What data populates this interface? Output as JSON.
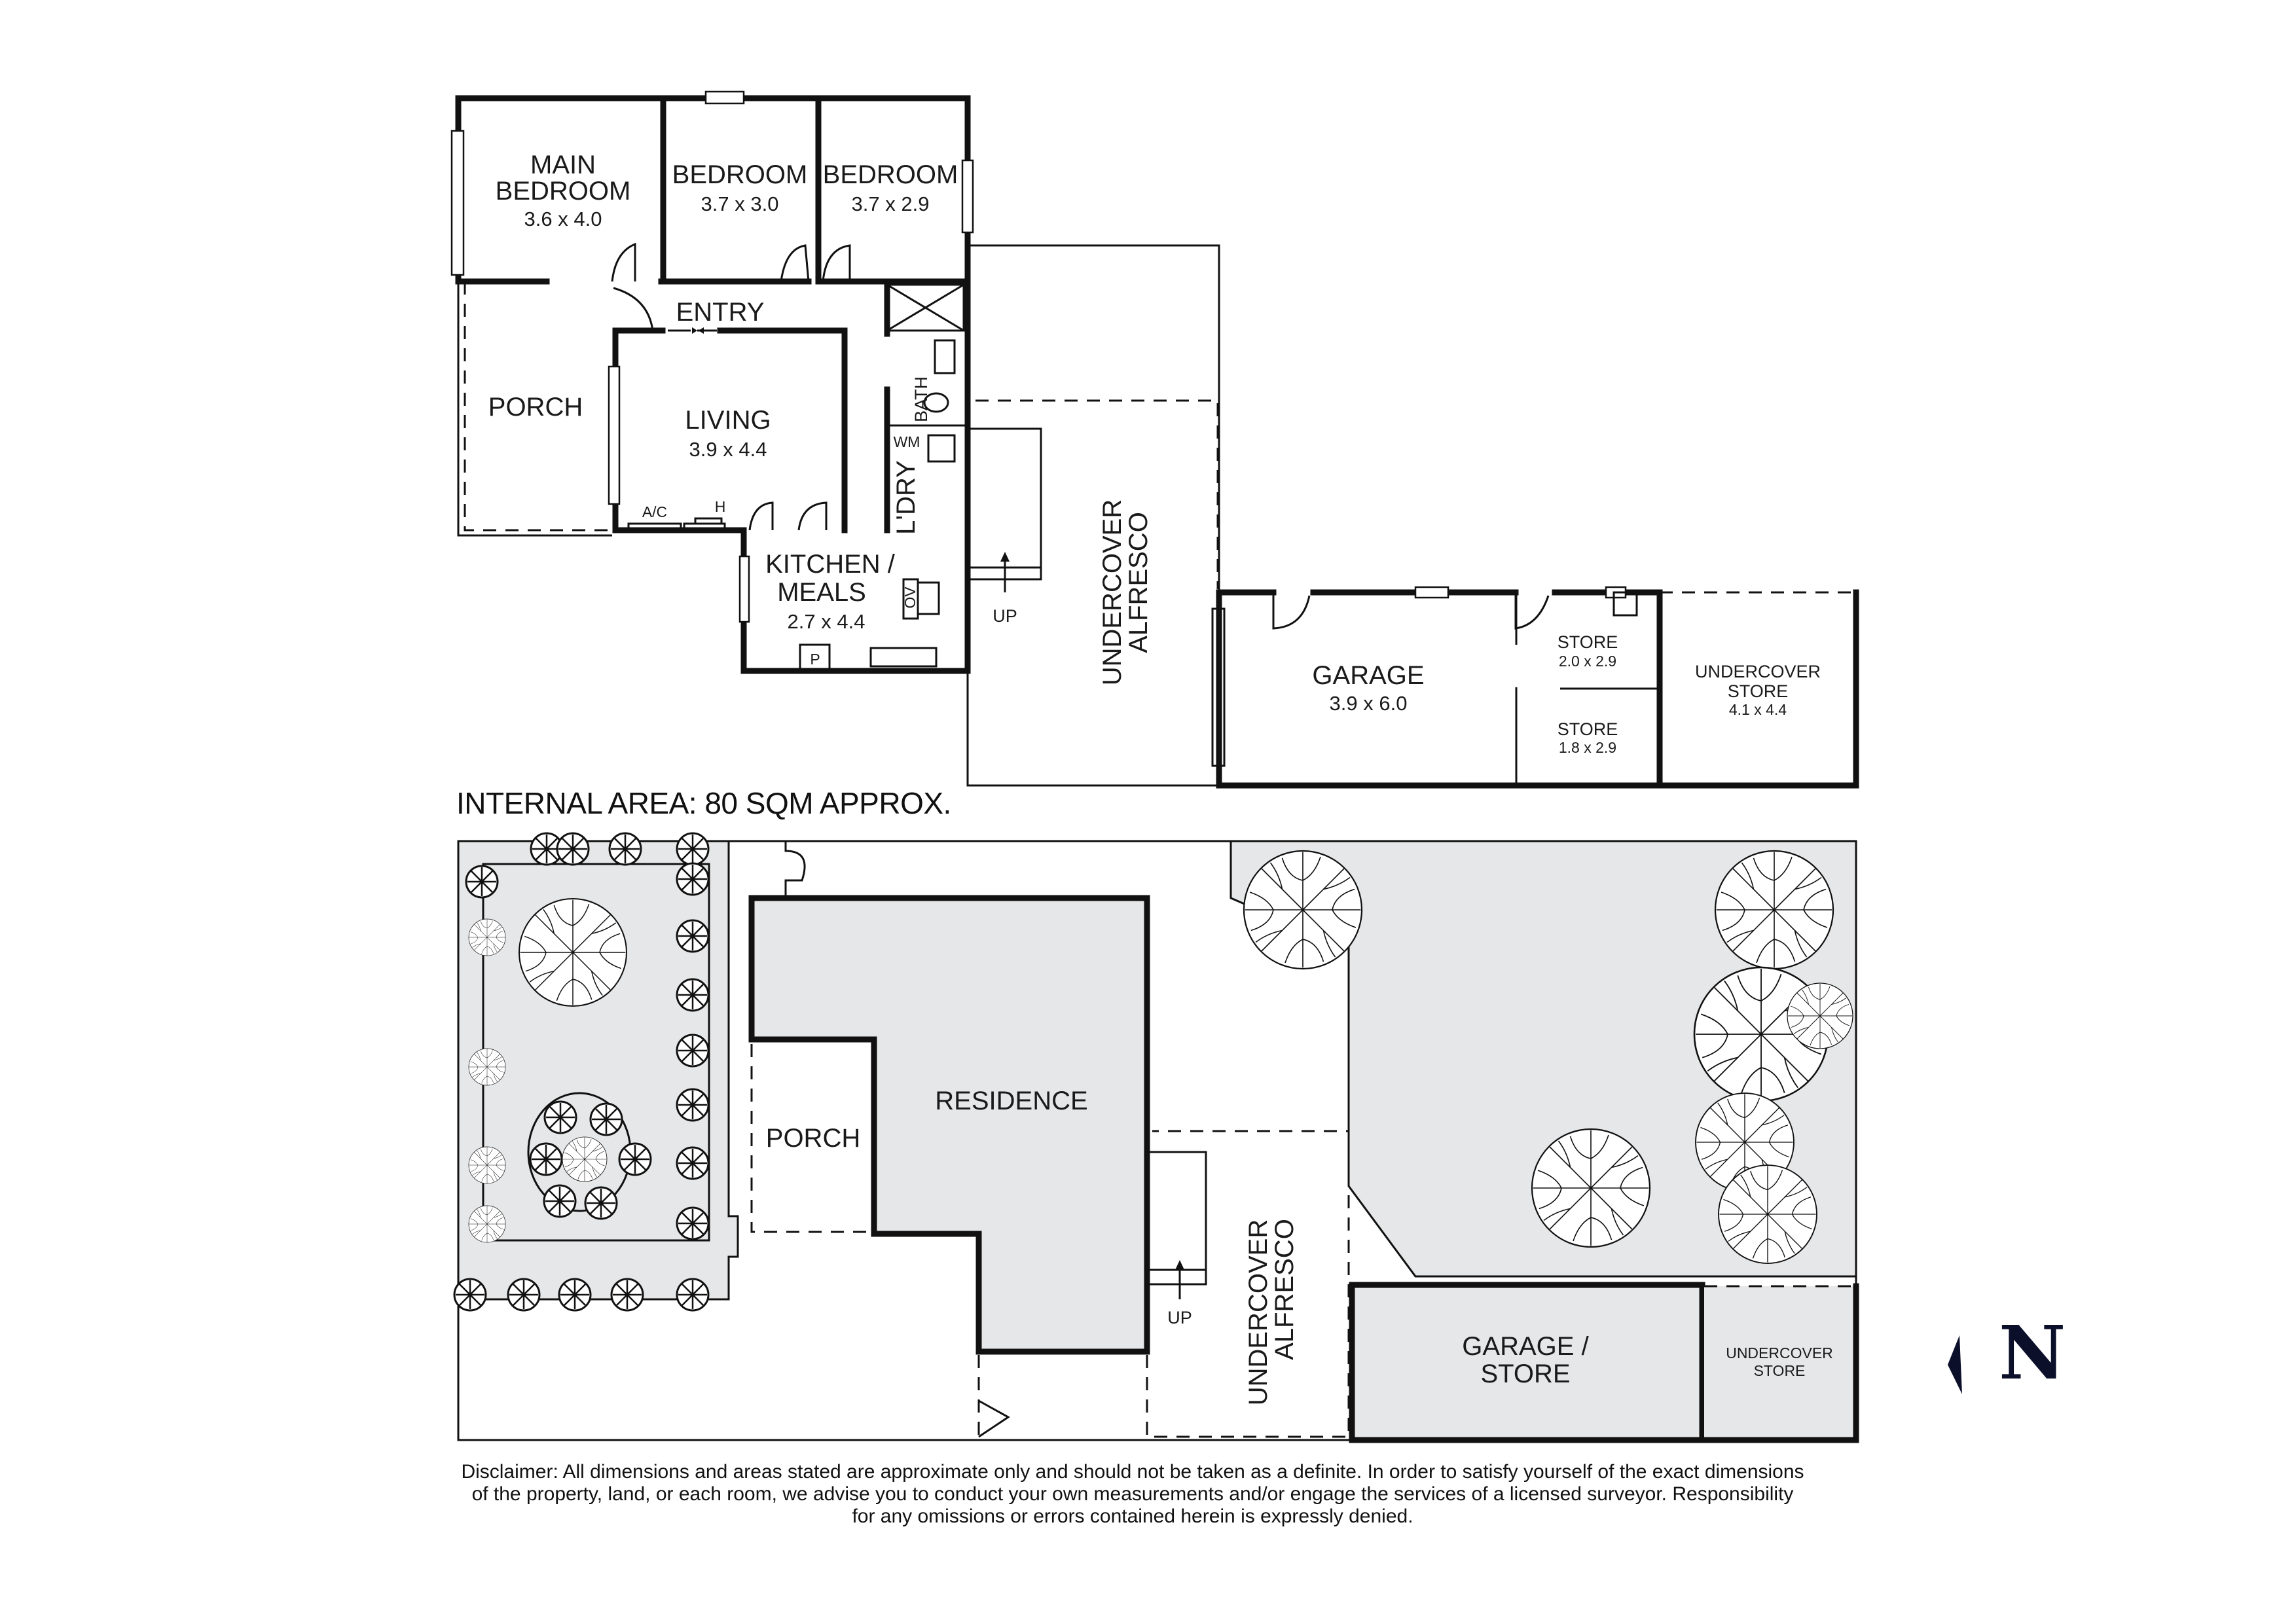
{
  "floor_plan": {
    "rooms": [
      {
        "id": "main_bedroom",
        "name_line1": "MAIN",
        "name_line2": "BEDROOM",
        "dims": "3.6 x 4.0"
      },
      {
        "id": "bedroom2",
        "name": "BEDROOM",
        "dims": "3.7 x 3.0"
      },
      {
        "id": "bedroom3",
        "name": "BEDROOM",
        "dims": "3.7 x 2.9"
      },
      {
        "id": "entry",
        "name": "ENTRY"
      },
      {
        "id": "porch",
        "name": "PORCH"
      },
      {
        "id": "living",
        "name": "LIVING",
        "dims": "3.9 x 4.4"
      },
      {
        "id": "kitchen",
        "name_line1": "KITCHEN /",
        "name_line2": "MEALS",
        "dims": "2.7 x 4.4"
      },
      {
        "id": "bath",
        "name": "BATH"
      },
      {
        "id": "laundry",
        "name": "L'DRY"
      },
      {
        "id": "alfresco",
        "name_line1": "UNDERCOVER",
        "name_line2": "ALFRESCO"
      },
      {
        "id": "garage",
        "name": "GARAGE",
        "dims": "3.9 x 6.0"
      },
      {
        "id": "store1",
        "name": "STORE",
        "dims": "2.0 x 2.9"
      },
      {
        "id": "store2",
        "name": "STORE",
        "dims": "1.8 x 2.9"
      },
      {
        "id": "undercover_store",
        "name_line1": "UNDERCOVER",
        "name_line2": "STORE",
        "dims": "4.1 x 4.4"
      }
    ],
    "fixtures": {
      "ac": "A/C",
      "heater": "H",
      "washing_machine": "WM",
      "oven": "OV",
      "pantry": "P",
      "stairs": "UP"
    }
  },
  "internal_area": "INTERNAL AREA: 80 SQM APPROX.",
  "site_plan": {
    "labels": {
      "residence": "RESIDENCE",
      "porch": "PORCH",
      "alfresco_line1": "UNDERCOVER",
      "alfresco_line2": "ALFRESCO",
      "garage_line1": "GARAGE /",
      "garage_line2": "STORE",
      "ustore_line1": "UNDERCOVER",
      "ustore_line2": "STORE",
      "stairs": "UP"
    }
  },
  "north_arrow": {
    "letter": "N"
  },
  "disclaimer": {
    "line1": "Disclaimer: All dimensions and areas stated are approximate only and should not be taken as a definite. In order to satisfy yourself of the exact dimensions",
    "line2": "of the property, land, or each room, we advise you to conduct your own measurements and/or engage the services of a licensed surveyor. Responsibility",
    "line3": "for any omissions or errors contained herein is expressly denied."
  },
  "colors": {
    "wall": "#111111",
    "landscape_fill": "#e6e7e8",
    "north": "#0b0f2a"
  }
}
